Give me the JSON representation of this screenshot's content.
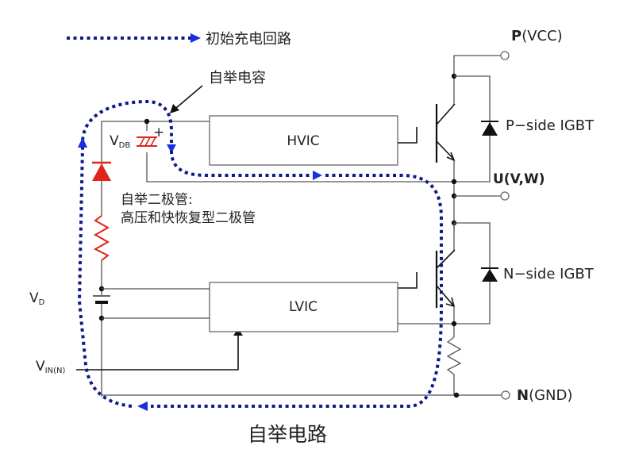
{
  "legend": {
    "loop_label": "初始充电回路",
    "loop_color": "#0e1a8a",
    "arrow_color": "#1a2ee0"
  },
  "annotations": {
    "bootstrap_capacitor": "自举电容",
    "bootstrap_diode_line1": "自举二极管:",
    "bootstrap_diode_line2": "高压和快恢复型二极管",
    "title": "自举电路"
  },
  "components": {
    "hvic": "HVIC",
    "lvic": "LVIC",
    "vdb": {
      "main": "V",
      "sub": "DB"
    },
    "vd": {
      "main": "V",
      "sub": "D"
    },
    "vin": {
      "main": "V",
      "sub": "IN(N)"
    },
    "cap_plus": "+",
    "p_side": "P−side IGBT",
    "n_side": "N−side IGBT"
  },
  "terminals": {
    "p": {
      "bold": "P",
      "rest": "(VCC)"
    },
    "u": "U(V,W)",
    "n": {
      "bold": "N",
      "rest": "(GND)"
    }
  },
  "colors": {
    "bootstrap_parts": "#e0241b",
    "wire": "#555555"
  }
}
